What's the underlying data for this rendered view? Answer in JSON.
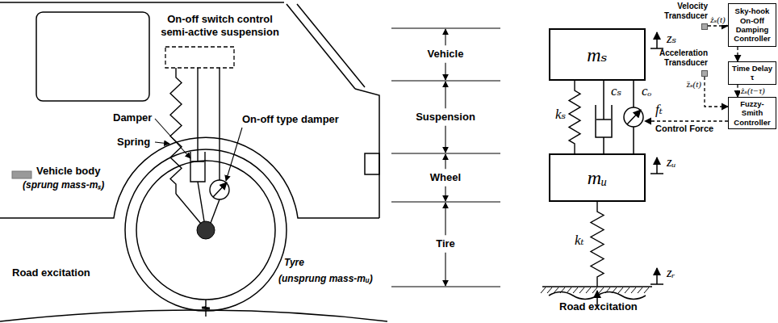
{
  "diagram": {
    "nodes": [
      {
        "text": [
          "mₛ"
        ]
      },
      {
        "text": [
          "mᵤ"
        ]
      },
      {
        "text": [
          "Velocity Transducer"
        ]
      },
      {
        "text": [
          "Sky-hook On-Off Damping Controller"
        ]
      },
      {
        "text": [
          "Acceleration Transducer"
        ]
      },
      {
        "text": [
          "Time Delay τ"
        ]
      },
      {
        "text": [
          "Fuzzy-Smith Controller"
        ]
      }
    ],
    "edges": [
      {
        "from": 2,
        "to": 3,
        "arrow": "to",
        "label": "żₛ(t)"
      },
      {
        "from": 3,
        "to": 5,
        "arrow": "to"
      },
      {
        "from": 5,
        "to": 6,
        "arrow": "to",
        "label": "żₛ(t−τ)"
      },
      {
        "from": 4,
        "to": 6,
        "arrow": "to",
        "label": "z̈ₛ(t)"
      }
    ],
    "labels": [
      "On-off switch control semi-active suspension",
      "Vehicle body",
      "(sprung mass-mₛ)",
      "Damper",
      "Spring",
      "On-off type damper",
      "Road excitation",
      "Tyre",
      "(unsprung mass-mᵤ)",
      "Vehicle",
      "Suspension",
      "Wheel",
      "Tire",
      "kₛ",
      "cₛ",
      "cₒ",
      "zₛ",
      "zᵤ",
      "kₜ",
      "zᵣ",
      "Road excitation",
      "fₜ",
      "Control Force"
    ]
  }
}
